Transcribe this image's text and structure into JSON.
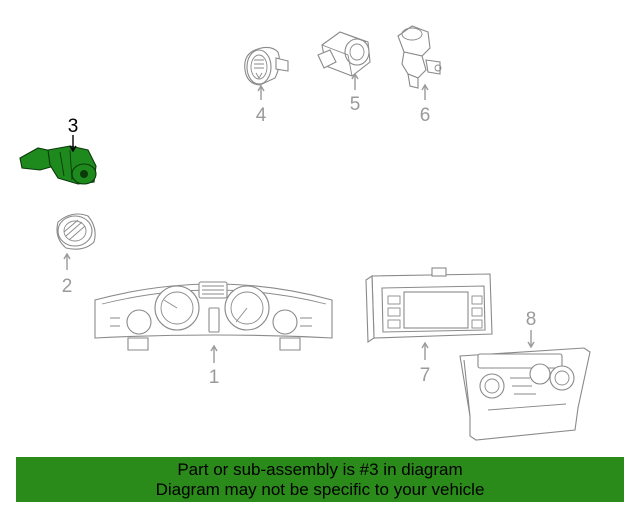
{
  "callouts": [
    {
      "id": "1",
      "label": "1"
    },
    {
      "id": "2",
      "label": "2"
    },
    {
      "id": "3",
      "label": "3"
    },
    {
      "id": "4",
      "label": "4"
    },
    {
      "id": "5",
      "label": "5"
    },
    {
      "id": "6",
      "label": "6"
    },
    {
      "id": "7",
      "label": "7"
    },
    {
      "id": "8",
      "label": "8"
    }
  ],
  "highlighted_part": "3",
  "colors": {
    "highlight": "#1e8a1e",
    "banner": "#2a8a1a",
    "callout": "#9a9a9a"
  },
  "banner": {
    "line1": "Part or sub-assembly is #3 in diagram",
    "line2": "Diagram may not be specific to your vehicle"
  }
}
